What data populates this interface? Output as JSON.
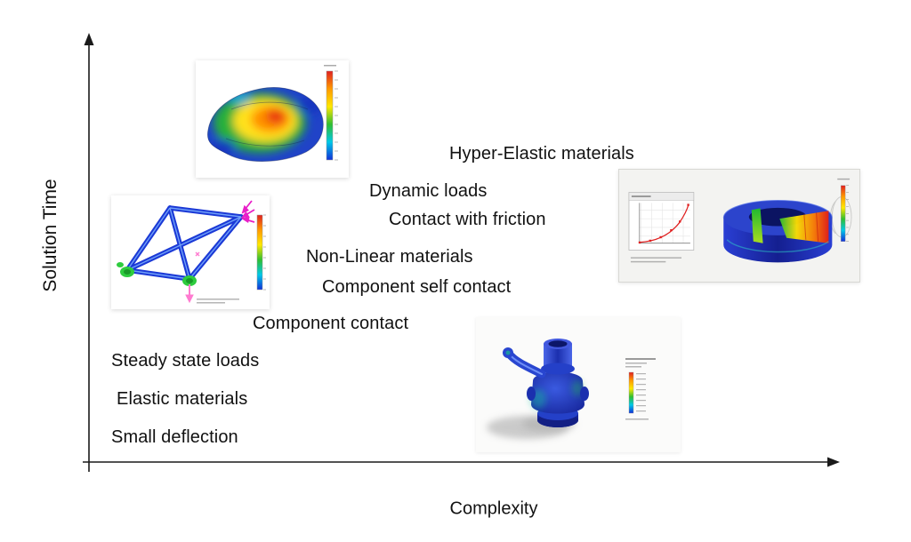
{
  "diagram": {
    "y_axis_label": "Solution Time",
    "x_axis_label": "Complexity",
    "labels": [
      {
        "text": "Small deflection"
      },
      {
        "text": "Elastic materials"
      },
      {
        "text": "Steady state loads"
      },
      {
        "text": "Component contact"
      },
      {
        "text": "Component self contact"
      },
      {
        "text": "Non-Linear materials"
      },
      {
        "text": "Contact with friction"
      },
      {
        "text": "Dynamic loads"
      },
      {
        "text": "Hyper-Elastic materials"
      }
    ],
    "images": [
      {
        "name": "vehicle-chassis-fea",
        "description": "Rainbow stress contour plot of a vehicle chassis with color scale legend"
      },
      {
        "name": "bike-frame-fea",
        "description": "Blue bike frame truss analysis with green supports, magenta constraints and pink load arrow"
      },
      {
        "name": "rubber-seal-fea",
        "description": "Cut cylindrical seal contour plot with response curve inset graph and color scale legend"
      },
      {
        "name": "valve-fea",
        "description": "Blue valve body stress plot with gray shadow and color scale legend"
      }
    ],
    "colors": {
      "axis": "#1a1a1a",
      "label_text": "#111111",
      "fea_blue": "#1b39d6",
      "support_green": "#2ecc3e",
      "constraint_magenta": "#e81fc8",
      "load_pink": "#ff7bd0",
      "legend_scale": [
        "#e02020",
        "#ff9a00",
        "#ffe800",
        "#2fbf30",
        "#00c8e8",
        "#1030d8"
      ]
    }
  }
}
